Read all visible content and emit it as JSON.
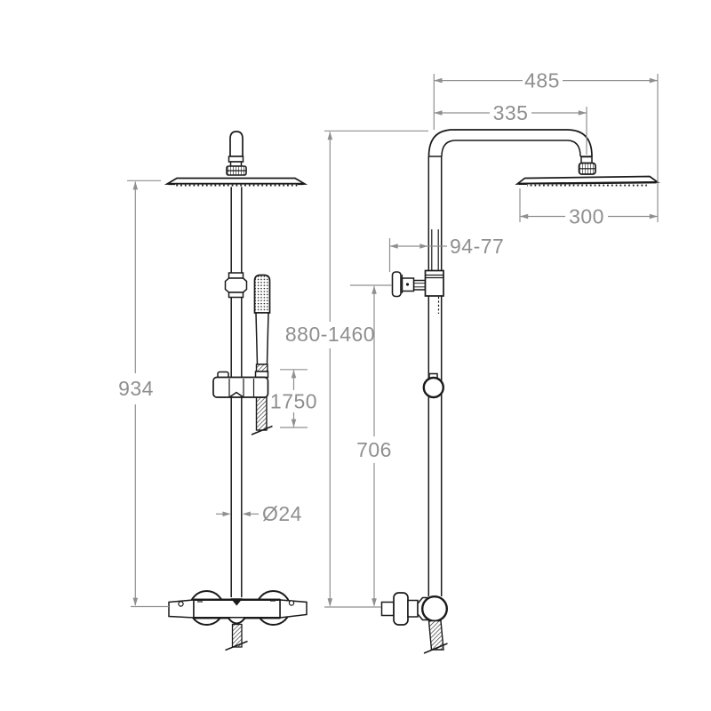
{
  "diagram": {
    "type": "technical-drawing",
    "subject": "Thermostatic shower column with overhead rain shower head and hand shower - front and side elevations, dimensions in mm",
    "colors": {
      "outline": "#1a1a1a",
      "dimension": "#8f8f8f",
      "background": "#ffffff"
    },
    "front_view": {
      "overall_height": "934",
      "hose_length": "1750",
      "pipe_diameter": "Ø24"
    },
    "side_view": {
      "arm_overall_reach": "485",
      "arm_projection": "335",
      "head_width": "300",
      "wall_clearance": "94-77",
      "column_height_range": "880-1460",
      "bracket_to_valve": "706"
    }
  }
}
